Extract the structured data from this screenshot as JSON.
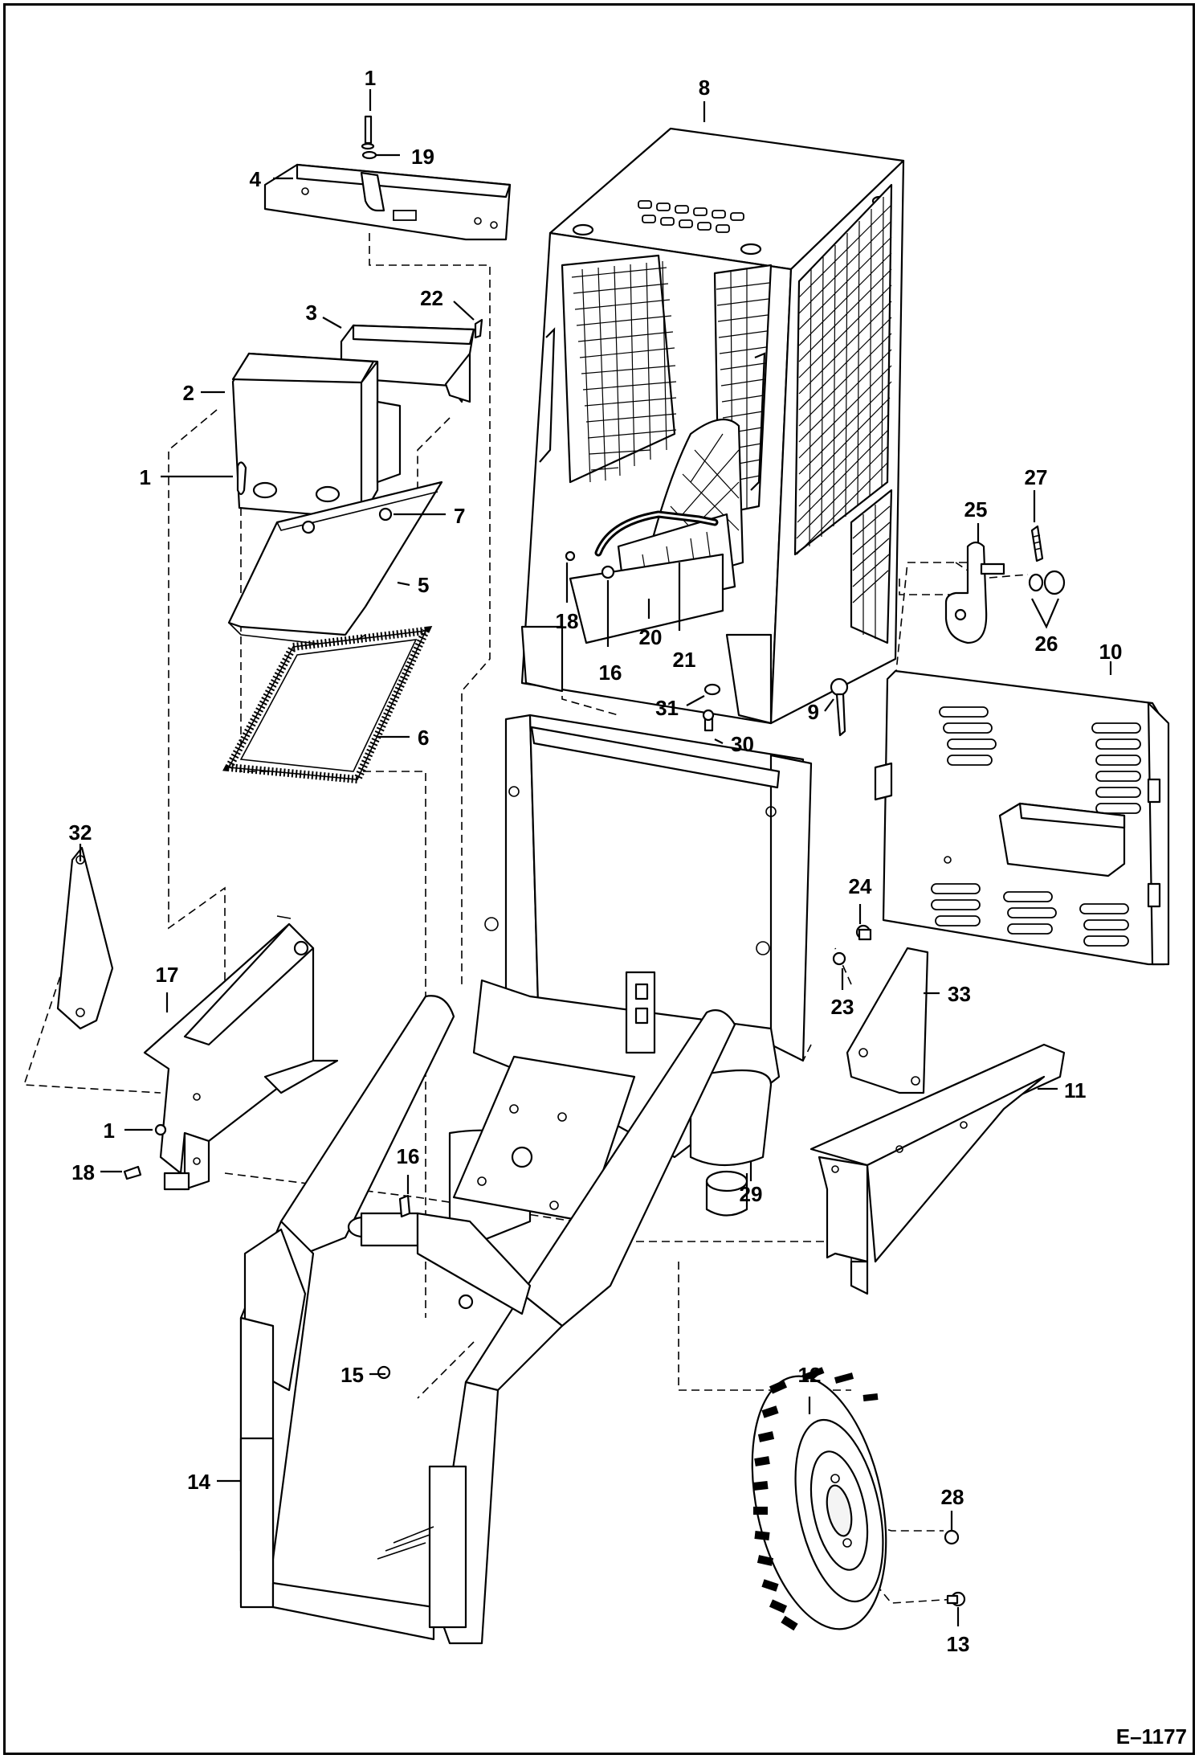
{
  "figure": {
    "code": "E–1177"
  },
  "callouts": {
    "c1a": "1",
    "c1b": "1",
    "c1c": "1",
    "c2": "2",
    "c3": "3",
    "c4": "4",
    "c5": "5",
    "c6": "6",
    "c7": "7",
    "c8": "8",
    "c9": "9",
    "c10": "10",
    "c11": "11",
    "c12": "12",
    "c13": "13",
    "c14": "14",
    "c15": "15",
    "c16a": "16",
    "c16b": "16",
    "c17": "17",
    "c18a": "18",
    "c18b": "18",
    "c19": "19",
    "c20": "20",
    "c21": "21",
    "c22": "22",
    "c23": "23",
    "c24": "24",
    "c25": "25",
    "c26": "26",
    "c27": "27",
    "c28": "28",
    "c29": "29",
    "c30": "30",
    "c31": "31",
    "c32": "32",
    "c33": "33"
  }
}
